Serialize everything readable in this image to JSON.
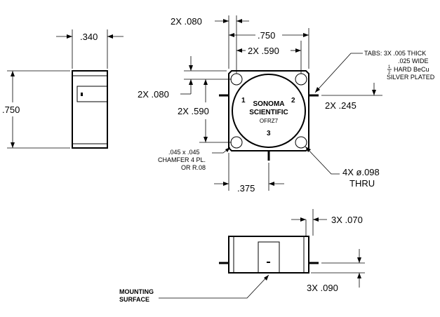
{
  "title": "",
  "dimensions": {
    "side_width": ".340",
    "side_height": ".750",
    "hole_pitch_top": "2X .080",
    "overall_width": ".750",
    "hole_spacing_x": "2X .590",
    "hole_pitch_left": "2X .080",
    "hole_spacing_y": "2X .590",
    "tab_offset": "2X .245",
    "bottom_tab": ".375",
    "tab_height": "3X .070",
    "base_offset": "3X .090"
  },
  "notes": {
    "tabs_line1": "TABS: 3X .005 THICK",
    "tabs_line2": ".025 WIDE",
    "tabs_line3_frac": "1",
    "tabs_line3_frac_den": "2",
    "tabs_line3_text": "HARD BeCu",
    "tabs_line4": "SILVER PLATED",
    "chamfer_line1": ".045 x .045",
    "chamfer_line2": "CHAMFER 4 PL.",
    "chamfer_line3": "OR R.08",
    "holes_line1": "4X ø.098",
    "holes_line2": "THRU",
    "mounting_line1": "MOUNTING",
    "mounting_line2": "SURFACE"
  },
  "part_marking": {
    "brand_line1": "SONOMA",
    "brand_line2": "SCIENTIFIC",
    "model": "OFRZ7",
    "port1": "1",
    "port2": "2",
    "port3": "3"
  }
}
